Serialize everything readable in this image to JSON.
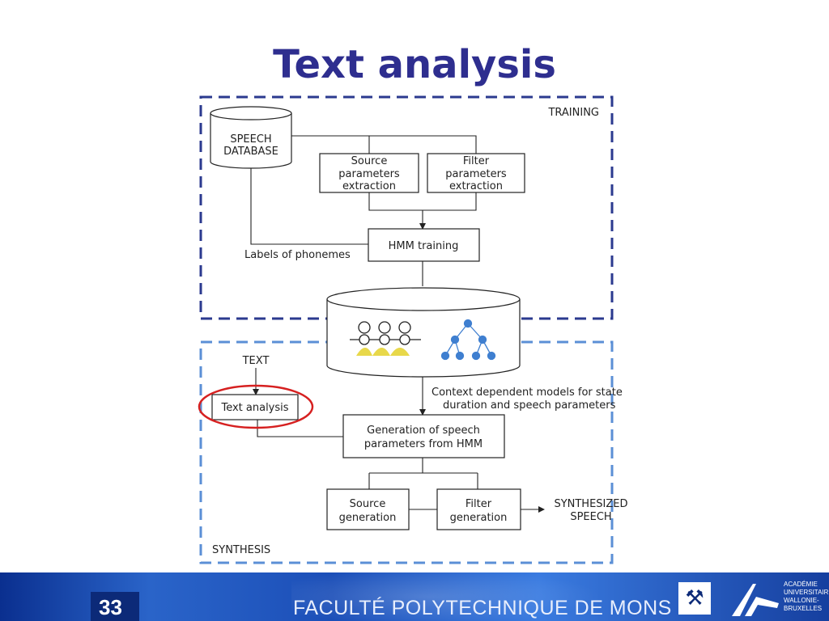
{
  "slide": {
    "title": "Text analysis",
    "page_number": "33",
    "school": "FACULTÉ POLYTECHNIQUE DE MONS",
    "academy_lines": [
      "ACADÉMIE",
      "UNIVERSITAIRE",
      "WALLONIE-",
      "BRUXELLES"
    ]
  },
  "diagram": {
    "training_label": "TRAINING",
    "synthesis_label": "SYNTHESIS",
    "speech_database": [
      "SPEECH",
      "DATABASE"
    ],
    "source_extraction": [
      "Source",
      "parameters",
      "extraction"
    ],
    "filter_extraction": [
      "Filter",
      "parameters",
      "extraction"
    ],
    "labels_of_phonemes": "Labels of phonemes",
    "hmm_training": "HMM training",
    "context_models": [
      "Context dependent models for state",
      "duration and speech parameters"
    ],
    "text_input": "TEXT",
    "text_analysis": "Text analysis",
    "generation": [
      "Generation of speech",
      "parameters from HMM"
    ],
    "source_generation": [
      "Source",
      "generation"
    ],
    "filter_generation": [
      "Filter",
      "generation"
    ],
    "synthesized_speech": [
      "SYNTHESIZED",
      "SPEECH"
    ]
  },
  "colors": {
    "title": "#2e2e8f",
    "training_border": "#2b3a8f",
    "synthesis_border": "#5b8fd6",
    "highlight": "#d62020",
    "tree_node": "#3f7fd0",
    "gaussian": "#e8d84a"
  }
}
